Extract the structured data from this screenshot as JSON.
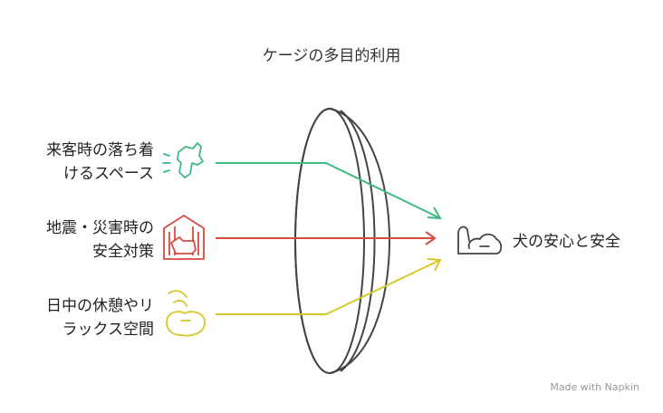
{
  "title": "ケージの多目的利用",
  "inputs": [
    {
      "line1": "来客時の落ち着",
      "line2": "けるスペース",
      "color": "#3dbb7e",
      "icon": "dog-barking-icon"
    },
    {
      "line1": "地震・災害時の",
      "line2": "安全対策",
      "color": "#d84a3f",
      "icon": "dog-in-house-icon"
    },
    {
      "line1": "日中の休憩やリ",
      "line2": "ラックス空間",
      "color": "#d6c82a",
      "icon": "sleeping-dog-icon"
    }
  ],
  "output": {
    "label": "犬の安心と安全",
    "icon": "resting-dog-icon"
  },
  "credit": "Made with  Napkin"
}
